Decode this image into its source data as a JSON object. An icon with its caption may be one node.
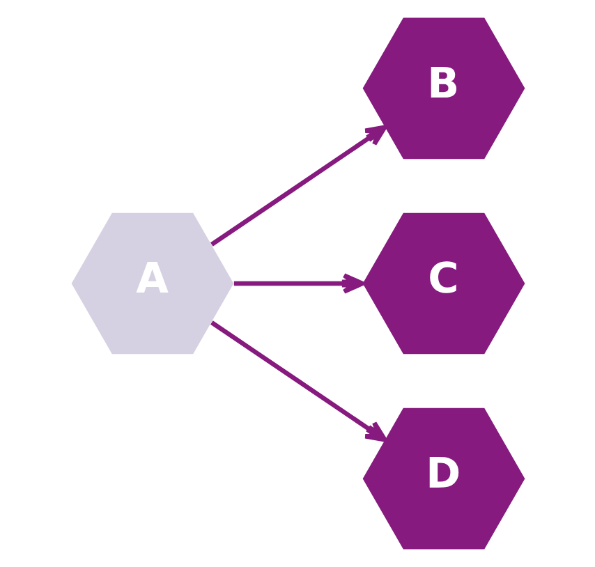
{
  "diagram": {
    "nodes": [
      {
        "text": [
          "A"
        ]
      },
      {
        "text": [
          "B"
        ]
      },
      {
        "text": [
          "C"
        ]
      },
      {
        "text": [
          "D"
        ]
      }
    ],
    "edges": [
      {
        "from": 0,
        "to": 1,
        "arrow": "to"
      },
      {
        "from": 0,
        "to": 2,
        "arrow": "to"
      },
      {
        "from": 0,
        "to": 3,
        "arrow": "to"
      }
    ]
  }
}
